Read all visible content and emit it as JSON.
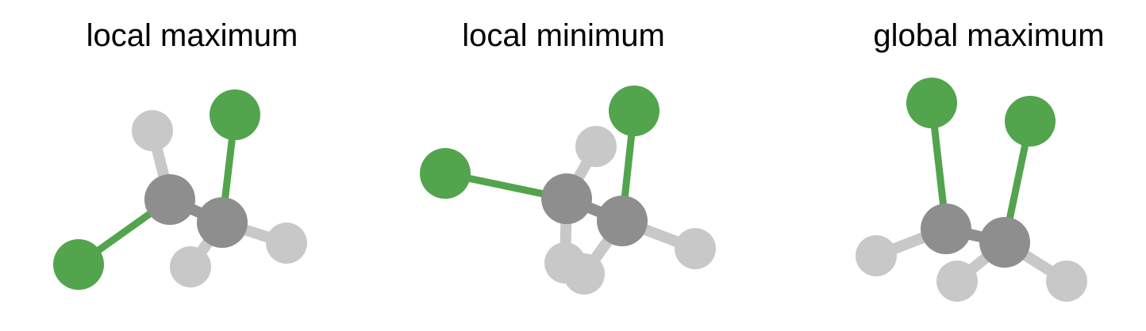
{
  "panels": [
    {
      "caption": "local maximum"
    },
    {
      "caption": "local minimum"
    },
    {
      "caption": "global maximum"
    }
  ],
  "colors": {
    "halogen": "#52a44d",
    "carbon": "#8e8e8e",
    "hydrogen": "#c8c8c8",
    "bond_light": "#c8c8c8",
    "bond_carbon": "#8e8e8e",
    "bond_green": "#52a44d"
  }
}
